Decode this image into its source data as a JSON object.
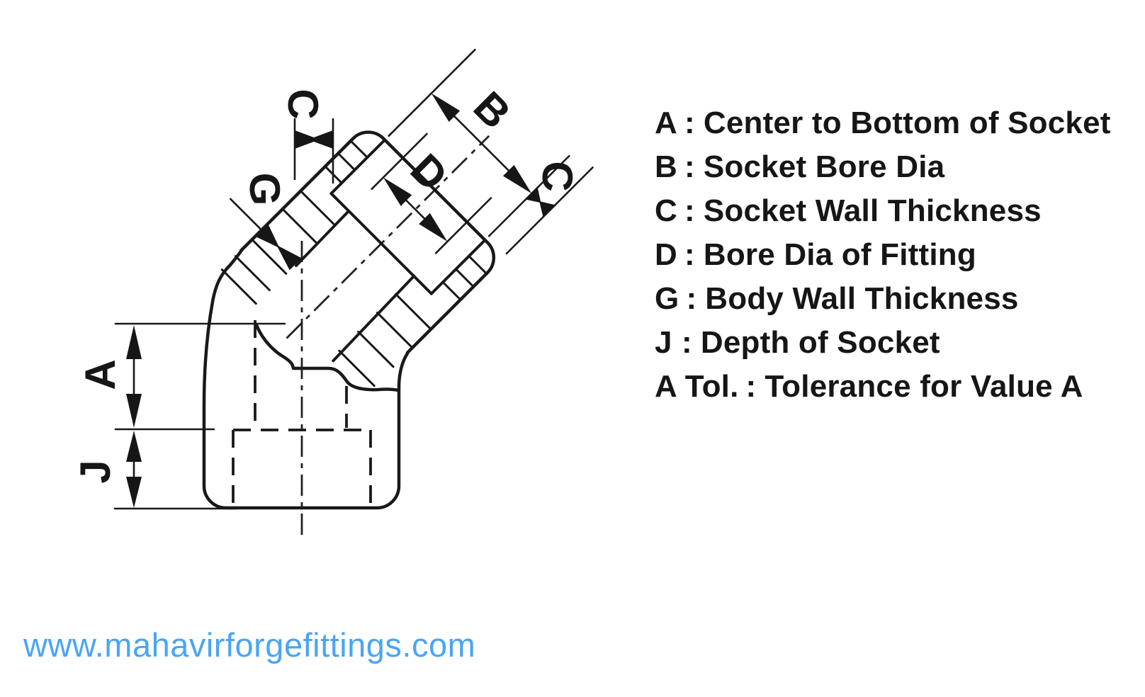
{
  "diagram": {
    "labels": {
      "c_top": "C",
      "g": "G",
      "b": "B",
      "d": "D",
      "c_right": "C",
      "a": "A",
      "j": "J"
    }
  },
  "legend": {
    "separator": ":",
    "items": [
      {
        "key": "A",
        "desc": "Center to Bottom of Socket"
      },
      {
        "key": "B",
        "desc": "Socket Bore Dia"
      },
      {
        "key": "C",
        "desc": "Socket Wall Thickness"
      },
      {
        "key": "D",
        "desc": "Bore Dia of Fitting"
      },
      {
        "key": "G",
        "desc": "Body Wall Thickness"
      },
      {
        "key": "J",
        "desc": "Depth of Socket"
      },
      {
        "key": "A Tol.",
        "desc": "Tolerance for Value A"
      }
    ]
  },
  "footer": {
    "url": "www.mahavirforgefittings.com"
  },
  "colors": {
    "ink": "#161616",
    "accent_blue": "#4aa5f5"
  }
}
